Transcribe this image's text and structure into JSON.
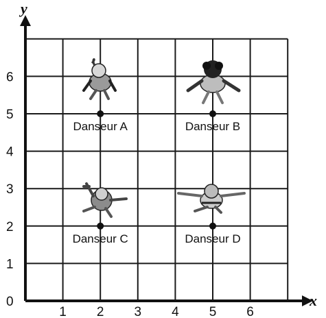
{
  "axes": {
    "x_label": "x",
    "y_label": "y",
    "origin_label": "0",
    "x_ticks": [
      "1",
      "2",
      "3",
      "4",
      "5",
      "6"
    ],
    "y_ticks": [
      "1",
      "2",
      "3",
      "4",
      "5",
      "6"
    ],
    "range": [
      0,
      7
    ]
  },
  "grid": true,
  "dancers": [
    {
      "label": "Danseur A",
      "x": 2,
      "y": 5,
      "icon": "dancer-a-figure-icon"
    },
    {
      "label": "Danseur B",
      "x": 5,
      "y": 5,
      "icon": "dancer-b-figure-icon"
    },
    {
      "label": "Danseur C",
      "x": 2,
      "y": 2,
      "icon": "dancer-c-figure-icon"
    },
    {
      "label": "Danseur D",
      "x": 5,
      "y": 2,
      "icon": "dancer-d-figure-icon"
    }
  ]
}
